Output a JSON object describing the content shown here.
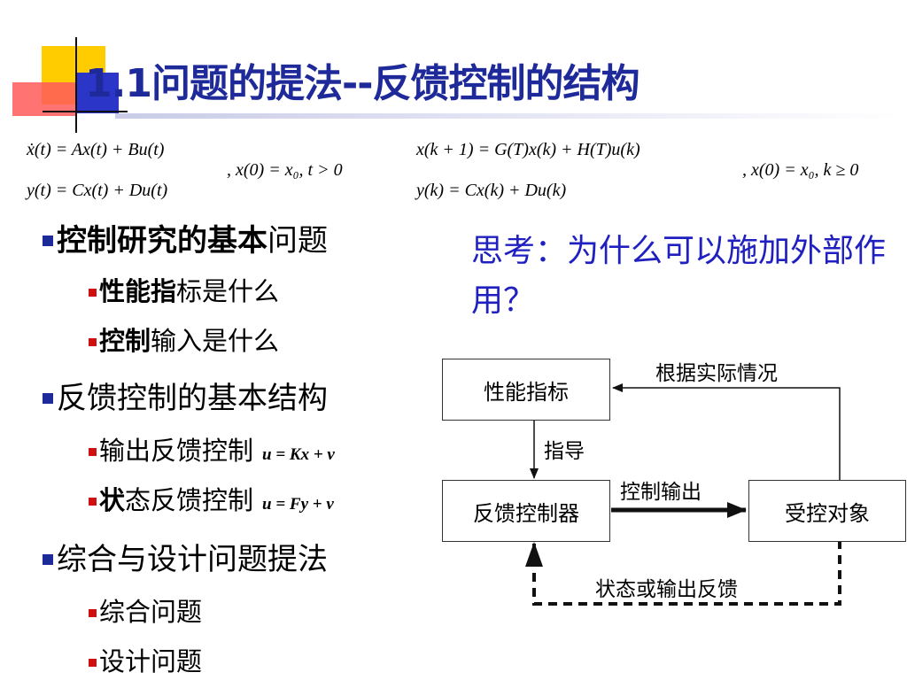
{
  "title": "1.1问题的提法--反馈控制的结构",
  "equations": {
    "ct1": "ẋ(t) = Ax(t) + Bu(t)",
    "ct2": "y(t) = Cx(t) + Du(t)",
    "ct_cond": ", x(0) = x₀, t > 0",
    "dt1": "x(k + 1) = G(T)x(k) + H(T)u(k)",
    "dt2": "y(k) = Cx(k) + Du(k)",
    "dt_cond": ", x(0) = x₀, k ≥ 0"
  },
  "outline": {
    "h1": {
      "bold": "控制研究的基本",
      "rest": "问题"
    },
    "h1_items": [
      {
        "bold": "性能指",
        "rest": "标是什么"
      },
      {
        "bold": "控制",
        "rest": "输入是什么"
      }
    ],
    "h2": "反馈控制的基本结构",
    "h2_items": [
      {
        "text": "输出反馈控制",
        "eq": "u = Kx + v"
      },
      {
        "bold": "状",
        "rest": "态反馈控制",
        "eq": "u = Fy + v"
      }
    ],
    "h3": "综合与设计问题提法",
    "h3_items": [
      "综合问题",
      "设计问题"
    ]
  },
  "think": "思考：为什么可以施加外部作用？",
  "diagram": {
    "box_perf": "性能指标",
    "box_ctrl": "反馈控制器",
    "box_plant": "受控对象",
    "lbl_actual": "根据实际情况",
    "lbl_guide": "指导",
    "lbl_ctrl_out": "控制输出",
    "lbl_feedback": "状态或输出反馈"
  },
  "colors": {
    "title": "#1f2a9a",
    "think": "#2020c0",
    "bullet1": "#1f2a9a",
    "bullet2": "#d01010"
  }
}
